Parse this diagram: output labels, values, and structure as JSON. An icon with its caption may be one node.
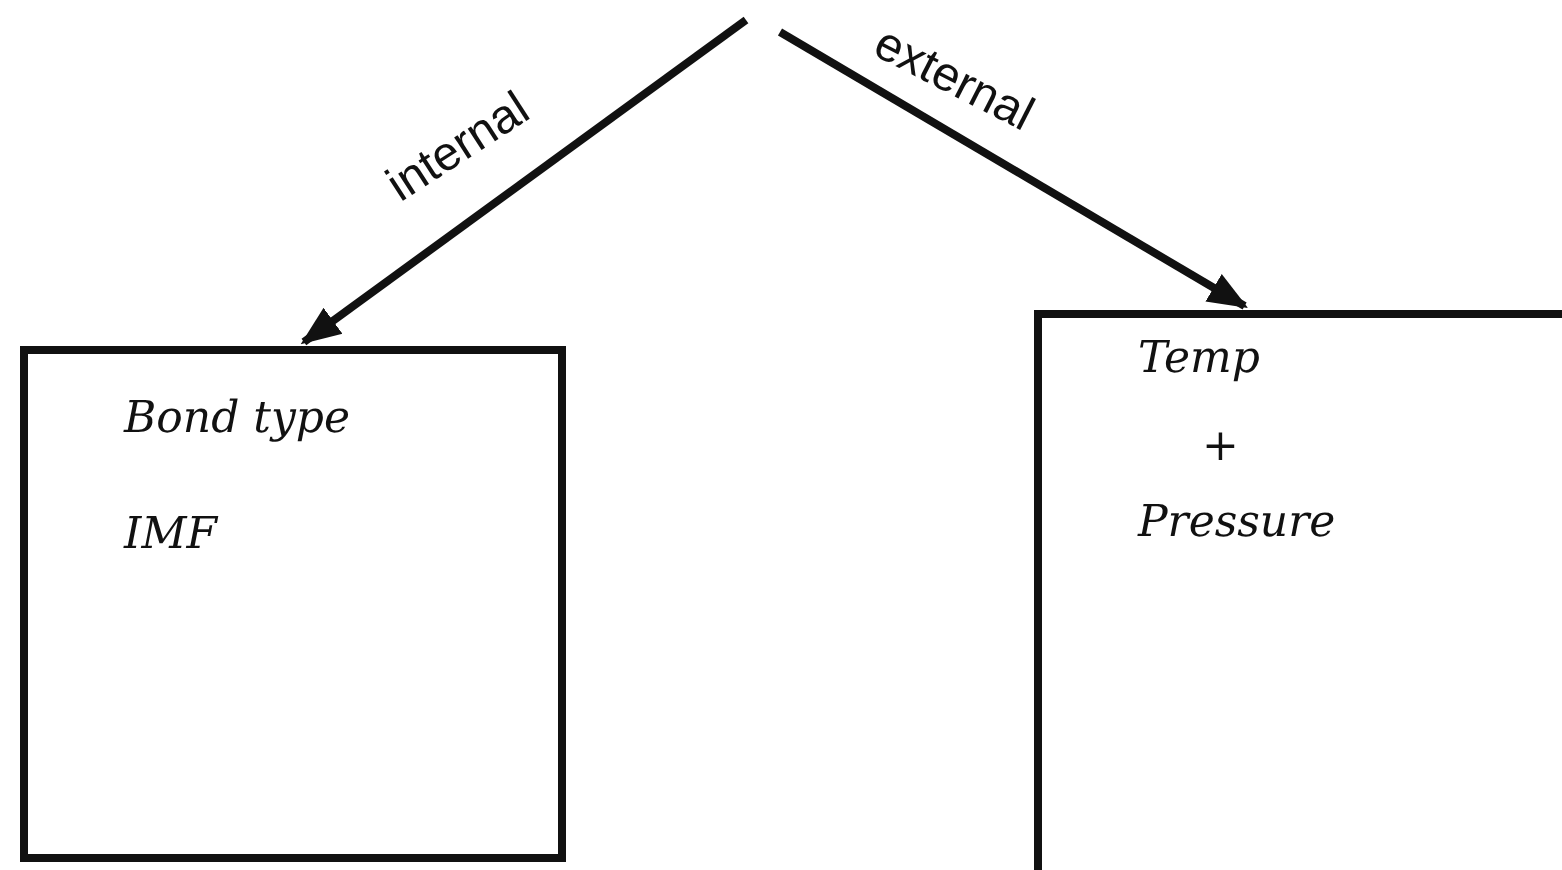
{
  "diagram": {
    "nodes": [
      {
        "text": [
          "Bond type",
          "IMF"
        ]
      },
      {
        "text": [
          "Temp",
          "+",
          "Pressure"
        ]
      }
    ],
    "edges": [
      {
        "from": null,
        "to": 0,
        "arrow": "to",
        "label": "internal"
      },
      {
        "from": null,
        "to": 1,
        "arrow": "to",
        "label": "external"
      }
    ]
  }
}
